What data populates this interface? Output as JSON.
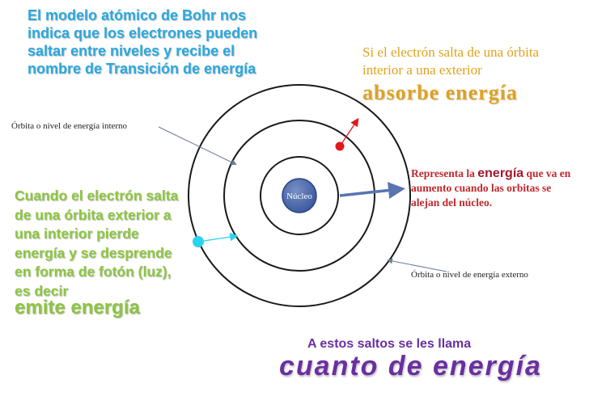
{
  "intro": "El modelo  atómico de Bohr nos indica que los electrones pueden saltar entre niveles y recibe el nombre de Transición de energía",
  "absorb": {
    "text": "Si el electrón salta de una órbita interior a una exterior",
    "emphasis": "absorbe  energía"
  },
  "labels": {
    "inner_orbit": "Órbita o nivel de energía interno",
    "outer_orbit": "Órbita o nivel de energía externo",
    "nucleus": "Núcleo"
  },
  "represents": {
    "before": "Representa la ",
    "highlight": "energía",
    "after": " que va en aumento cuando las orbitas se alejan del núcleo."
  },
  "emit": {
    "text": "Cuando el electrón salta de una órbita exterior a una interior pierde  energía y se desprende en forma de fotón (luz), es decir",
    "emphasis": "emite energía"
  },
  "jumps": {
    "text": "A estos saltos se les llama",
    "emphasis": "cuanto  de  energía"
  },
  "colors": {
    "intro": "#29a8e0",
    "absorb": "#e0a21e",
    "represents": "#c0282d",
    "emit": "#8dc63f",
    "jumps": "#6a2fa0",
    "nucleus": "#4a66a8",
    "absorb_electron": "#e01a1a",
    "emit_electron": "#2ad4f0",
    "energy_arrow": "#5a74b0"
  }
}
